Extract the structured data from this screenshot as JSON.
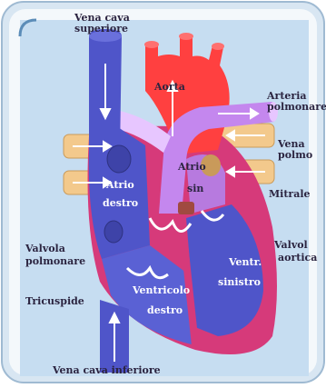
{
  "labels": {
    "svc": [
      "Vena cava",
      "superiore"
    ],
    "aorta": "Aorta",
    "arteria": [
      "Arteria",
      "polmonare"
    ],
    "vena_polm": [
      "Vena",
      "polmo"
    ],
    "atrio_dx": [
      "Atrio",
      "destro"
    ],
    "atrio_sx": [
      "Atrio",
      "sin"
    ],
    "mitrale": "Mitrale",
    "valvola_polm": [
      "Valvola",
      "polmonare"
    ],
    "valvola_aortica": [
      "Valvol",
      "aortica"
    ],
    "tricuspide": "Tricuspide",
    "ventr_sx": [
      "Ventr.",
      "sinistro"
    ],
    "ventr_dx": [
      "Ventricolo",
      "destro"
    ],
    "vci": "Vena cava inferiore"
  },
  "colors": {
    "frame_outer": "#d8e6f2",
    "frame_mid": "#f4f8fb",
    "frame_line": "#5b8cb8",
    "background": "#c6ddf1",
    "vein_blue": "#4f55c9",
    "vein_dark": "#3e43a8",
    "artery_red": "#ff4040",
    "pulmonary_violet": "#c487ee",
    "pulmonary_light": "#e7c6ff",
    "vessel_tan": "#f3c98c",
    "muscle_pink": "#d63a7a",
    "valve": "#ffffff",
    "text": "#2b2440"
  }
}
